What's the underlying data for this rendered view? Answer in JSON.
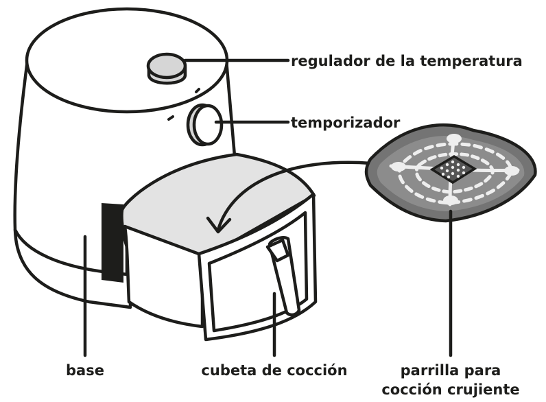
{
  "labels": {
    "temp_regulator": "regulador de la temperatura",
    "timer": "temporizador",
    "base": "base",
    "basket": "cubeta de cocción",
    "crisp_plate_line1": "parrilla para",
    "crisp_plate_line2": "cocción crujiente"
  },
  "colors": {
    "outline": "#1d1d1b",
    "basket_interior": "#e3e3e3",
    "plate_fill": "#8c8c8c",
    "plate_rim": "#747474",
    "plate_holes": "#eeeeee",
    "body_fill": "#ffffff"
  }
}
